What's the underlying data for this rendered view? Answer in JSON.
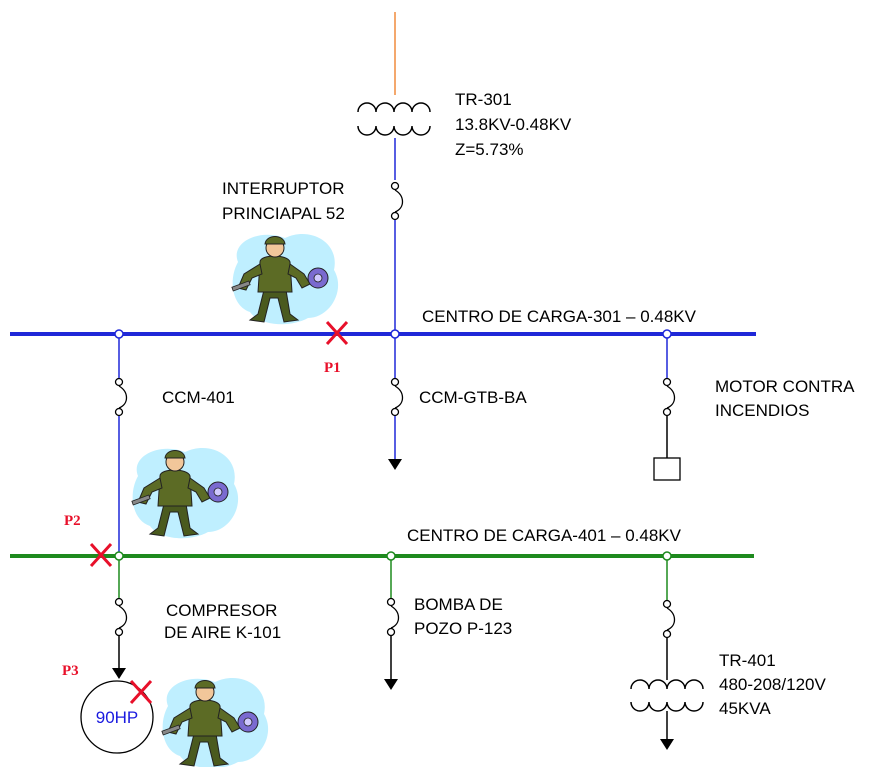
{
  "transformer_main": {
    "name": "TR-301",
    "rating": "13.8KV-0.48KV",
    "impedance": "Z=5.73%"
  },
  "main_breaker": {
    "line1": "INTERRUPTOR",
    "line2": "PRINCIAPAL 52"
  },
  "bus_301": {
    "label": "CENTRO DE CARGA-301 – 0.48KV"
  },
  "bus_401": {
    "label": "CENTRO DE CARGA-401 – 0.48KV"
  },
  "feeders_301": {
    "ccm_401": "CCM-401",
    "ccm_gtb": "CCM-GTB-BA",
    "fire_pump_line1": "MOTOR CONTRA",
    "fire_pump_line2": " INCENDIOS"
  },
  "feeders_401": {
    "compressor_line1": "COMPRESOR",
    "compressor_line2": "DE AIRE K-101",
    "pump_line1": "BOMBA DE",
    "pump_line2": "POZO P-123"
  },
  "transformer_401": {
    "name": "TR-401",
    "rating": "480-208/120V",
    "capacity": "45KVA"
  },
  "motor": {
    "label": "90HP"
  },
  "faults": {
    "p1": "P1",
    "p2": "P2",
    "p3": "P3"
  },
  "colors": {
    "utility_line": "#f08a3c",
    "bus_301": "#1f28d8",
    "bus_401": "#1e8a1e",
    "fault": "#e8102a",
    "motor_text": "#1a1adf",
    "worker_bg": "#bfefff"
  },
  "icons": {
    "worker": "worker-with-wrench-and-gear-icon",
    "fault_marker": "x-fault-marker-icon"
  }
}
